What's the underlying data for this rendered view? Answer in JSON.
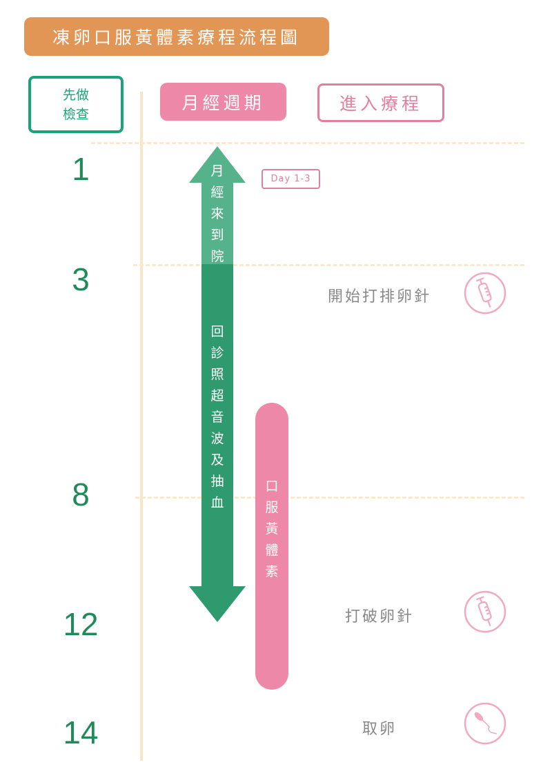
{
  "title": "凍卵口服黃體素療程流程圖",
  "check_box": {
    "line1": "先做",
    "line2": "檢查"
  },
  "cycle_header": "月經週期",
  "treatment_header": "進入療程",
  "days": [
    "1",
    "3",
    "8",
    "12",
    "14"
  ],
  "day_badge": "Day 1-3",
  "arrow": {
    "top_text": "月經來到院",
    "bottom_text": "回診照超音波及抽血"
  },
  "medication_bar": "口服黃體素",
  "steps": [
    {
      "label": "開始打排卵針",
      "icon": "syringe-icon"
    },
    {
      "label": "打破卵針",
      "icon": "syringe-icon"
    },
    {
      "label": "取卵",
      "icon": "sperm-icon"
    }
  ],
  "colors": {
    "orange": "#e29655",
    "green": "#1aa37a",
    "dark_green": "#2e9a6e",
    "light_green": "#56b28b",
    "pink": "#ee88a8",
    "icon_pink": "#f2a9c0"
  }
}
